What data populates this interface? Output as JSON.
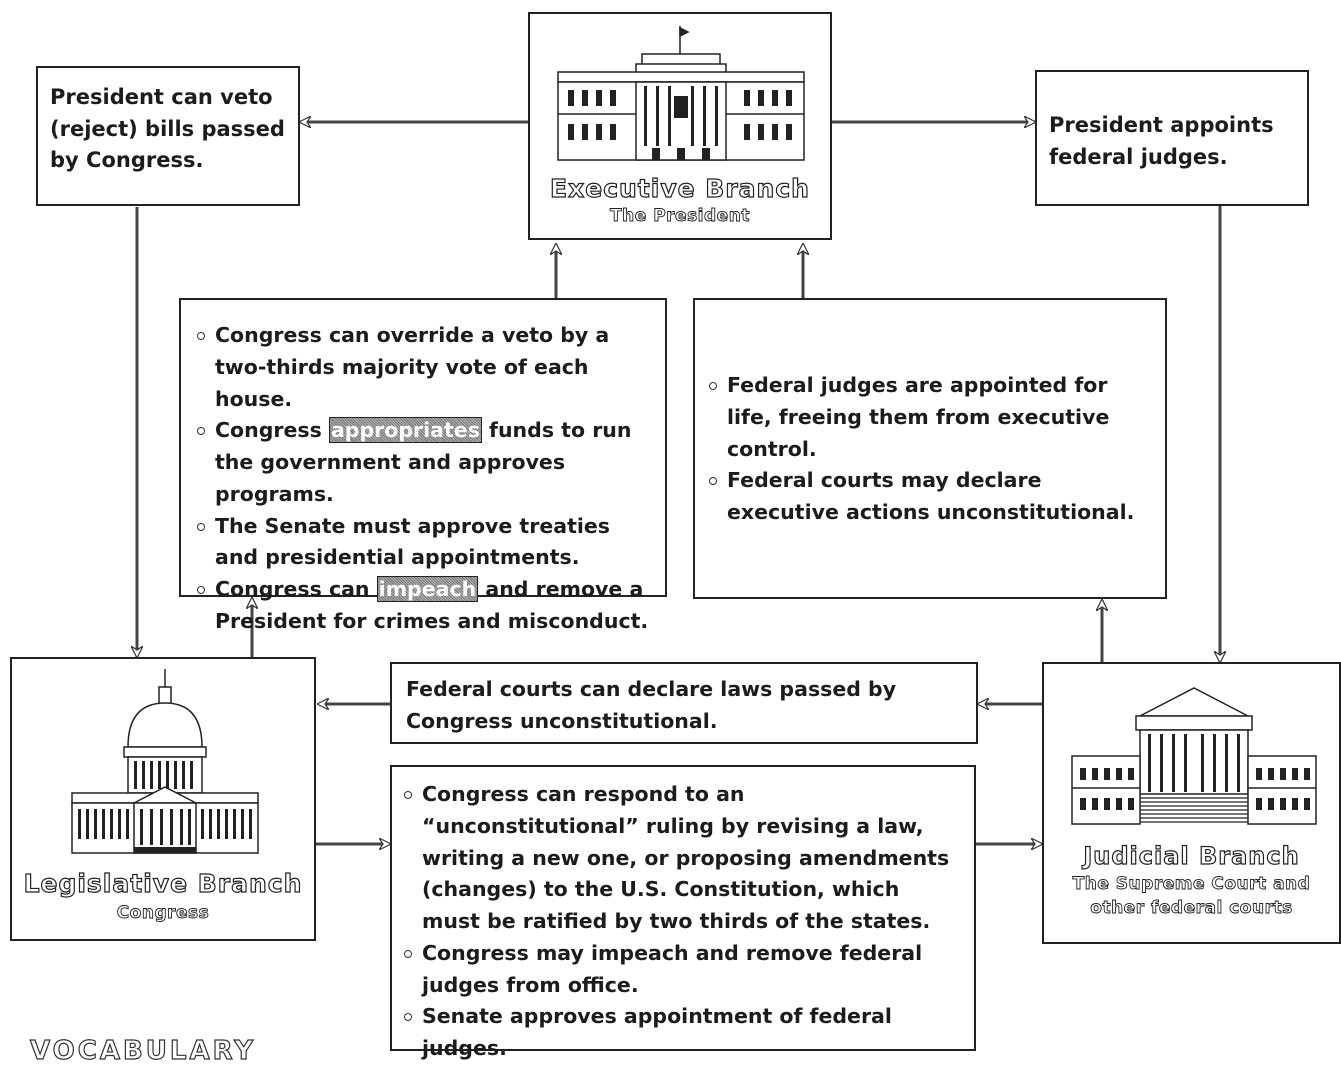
{
  "executive": {
    "title": "Executive Branch",
    "subtitle": "The President"
  },
  "legislative": {
    "title": "Legislative Branch",
    "subtitle": "Congress"
  },
  "judicial": {
    "title": "Judicial Branch",
    "subtitle_line1": "The Supreme Court and",
    "subtitle_line2": "other federal courts"
  },
  "veto_note": {
    "text": "President can veto (reject) bills passed by Congress."
  },
  "appoint_note": {
    "text": "President appoints federal judges."
  },
  "courts_laws_note": {
    "text": "Federal courts can declare laws passed by Congress unconstitutional."
  },
  "congress_checks_exec": {
    "item1": "Congress can override a veto by a two-thirds majority vote of each house.",
    "item2_pre": "Congress",
    "item2_term": "appropriates",
    "item2_post": "funds to run the government and approves programs.",
    "item3": "The Senate must approve treaties and presidential appointments.",
    "item4_pre": "Congress can",
    "item4_term": "impeach",
    "item4_post": "and remove a President for crimes and misconduct."
  },
  "courts_checks_exec": {
    "item1": "Federal judges are appointed for life, freeing them from executive control.",
    "item2": "Federal courts may declare executive actions unconstitutional."
  },
  "congress_checks_courts": {
    "item1": "Congress can respond to an “unconstitutional” ruling by revising a law, writing a new one, or proposing amendments (changes) to the U.S. Constitution, which must be ratified by two thirds of the states.",
    "item2": "Congress may impeach and remove federal judges from office.",
    "item3": "Senate approves appointment of federal judges."
  },
  "footer": {
    "vocab_heading": "VOCABULARY"
  }
}
